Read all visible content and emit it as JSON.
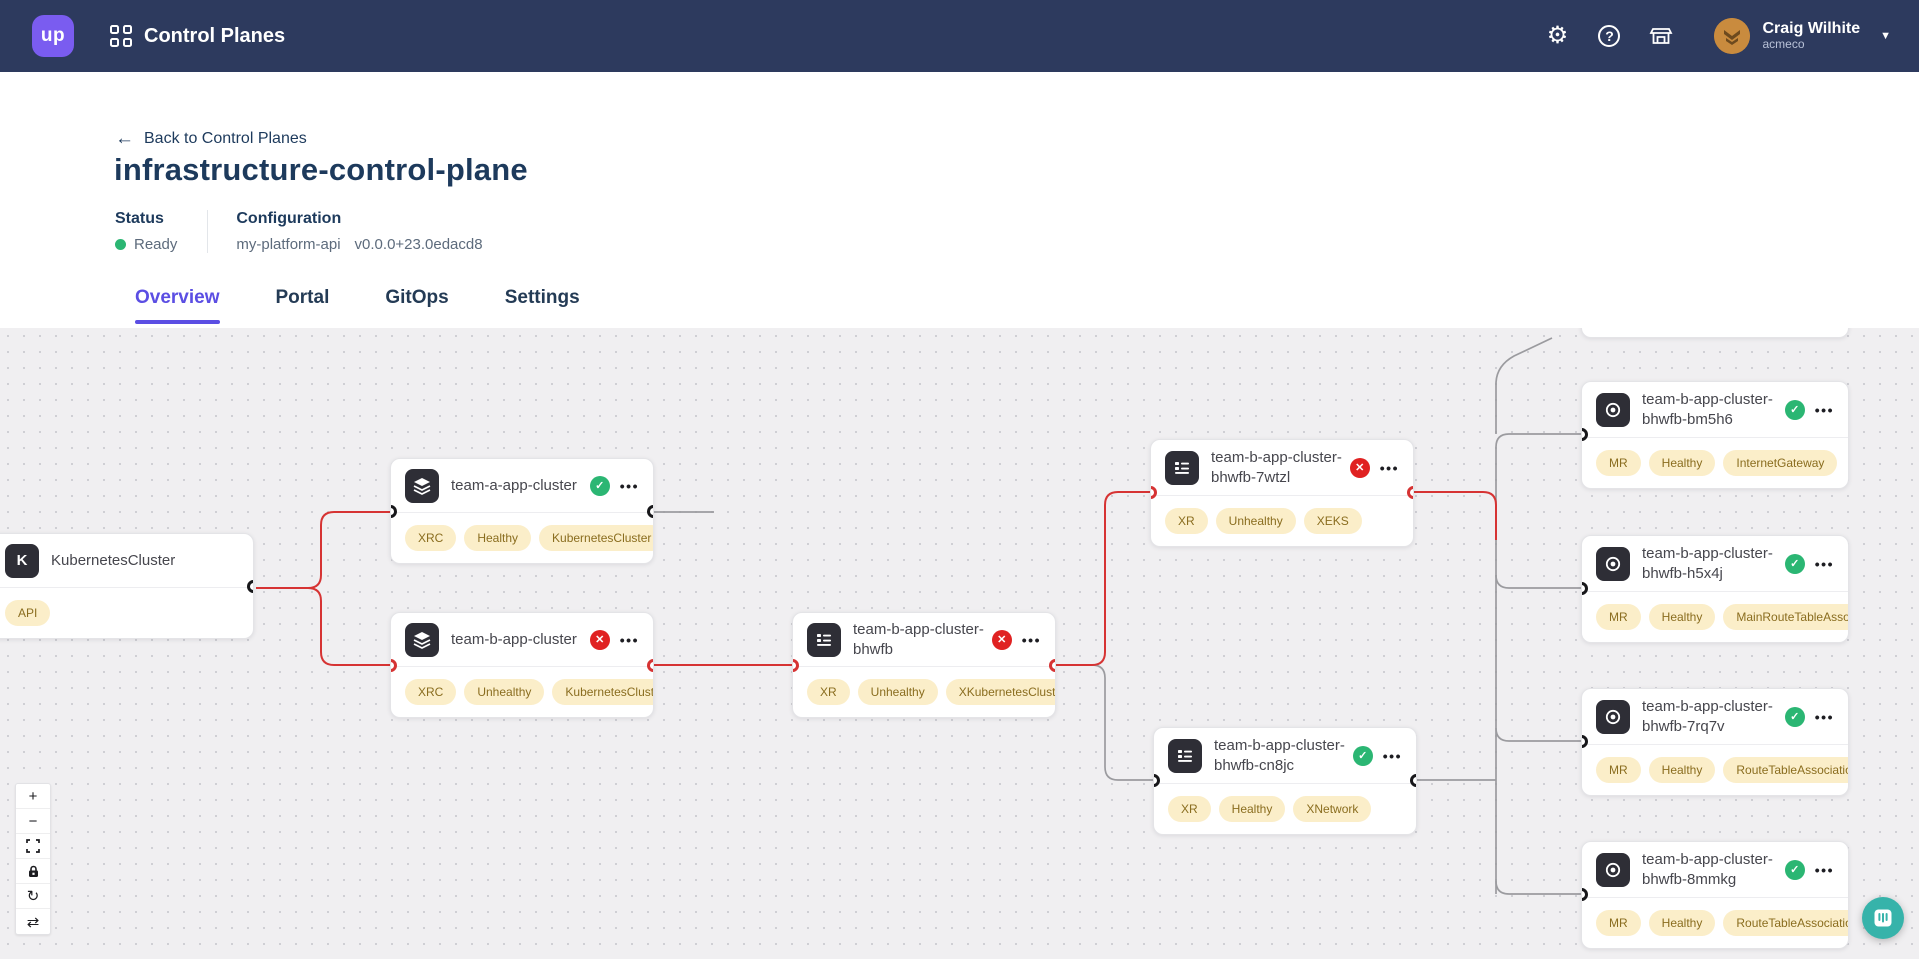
{
  "navbar": {
    "logo_text": "up",
    "app_title": "Control Planes",
    "user": {
      "name": "Craig Wilhite",
      "org": "acmeco"
    }
  },
  "header": {
    "back_label": "Back to Control Planes",
    "title": "infrastructure-control-plane",
    "status_label": "Status",
    "status_value": "Ready",
    "config_label": "Configuration",
    "config_name": "my-platform-api",
    "config_version": "v0.0.0+23.0edacd8"
  },
  "tabs": [
    {
      "label": "Overview",
      "active": true
    },
    {
      "label": "Portal",
      "active": false
    },
    {
      "label": "GitOps",
      "active": false
    },
    {
      "label": "Settings",
      "active": false
    }
  ],
  "colors": {
    "navbar_bg": "#2d3a5e",
    "accent_purple": "#5b4ee3",
    "logo_purple": "#7a5cf0",
    "healthy_green": "#2bb673",
    "unhealthy_red": "#e02222",
    "edge_red": "#d63333",
    "edge_gray": "#9b9b9f",
    "badge_bg": "#fbeec9",
    "chat_teal": "#36b3aa"
  },
  "graph": {
    "nodes": [
      {
        "name": "KubernetesCluster",
        "kind_icon": "kubernetes-icon",
        "status": "none",
        "badges": [
          "API"
        ]
      },
      {
        "name": "team-a-app-cluster",
        "kind_icon": "layers-icon",
        "status": "healthy",
        "badges": [
          "XRC",
          "Healthy",
          "KubernetesCluster"
        ]
      },
      {
        "name": "team-b-app-cluster",
        "kind_icon": "layers-icon",
        "status": "unhealthy",
        "badges": [
          "XRC",
          "Unhealthy",
          "KubernetesCluster"
        ]
      },
      {
        "name": "team-b-app-cluster-bhwfb",
        "kind_icon": "list-icon",
        "status": "unhealthy",
        "badges": [
          "XR",
          "Unhealthy",
          "XKubernetesCluster"
        ]
      },
      {
        "name": "team-b-app-cluster-bhwfb-7wtzl",
        "kind_icon": "list-icon",
        "status": "unhealthy",
        "badges": [
          "XR",
          "Unhealthy",
          "XEKS"
        ]
      },
      {
        "name": "team-b-app-cluster-bhwfb-cn8jc",
        "kind_icon": "list-icon",
        "status": "healthy",
        "badges": [
          "XR",
          "Healthy",
          "XNetwork"
        ]
      },
      {
        "name": "team-b-app-cluster-bhwfb-bm5h6",
        "kind_icon": "target-icon",
        "status": "healthy",
        "badges": [
          "MR",
          "Healthy",
          "InternetGateway"
        ]
      },
      {
        "name": "team-b-app-cluster-bhwfb-h5x4j",
        "kind_icon": "target-icon",
        "status": "healthy",
        "badges": [
          "MR",
          "Healthy",
          "MainRouteTableAssociation"
        ]
      },
      {
        "name": "team-b-app-cluster-bhwfb-7rq7v",
        "kind_icon": "target-icon",
        "status": "healthy",
        "badges": [
          "MR",
          "Healthy",
          "RouteTableAssociation"
        ]
      },
      {
        "name": "team-b-app-cluster-bhwfb-8mmkg",
        "kind_icon": "target-icon",
        "status": "healthy",
        "badges": [
          "MR",
          "Healthy",
          "RouteTableAssociation"
        ]
      }
    ],
    "menu_glyph": "•••",
    "status_ok_glyph": "✓",
    "status_err_glyph": "✕"
  },
  "controls": {
    "zoom_in": "+",
    "zoom_out": "−",
    "rotate": "↻",
    "swap": "⇄"
  }
}
